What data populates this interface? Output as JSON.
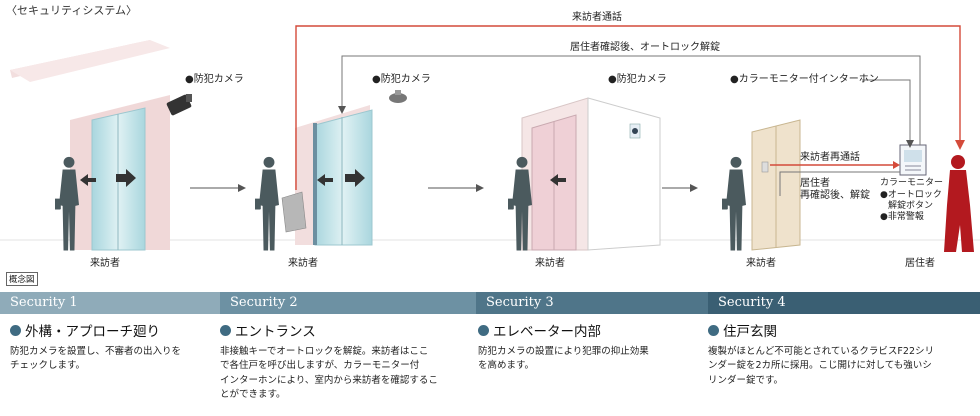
{
  "frame_label": "〈セキュリティシステム〉",
  "concept_label": "概念図",
  "cameras": {
    "camera1": "●防犯カメラ",
    "camera2": "●防犯カメラ",
    "camera3": "●防犯カメラ"
  },
  "intercom_label": "●カラーモニター付インターホン",
  "top_line_label": "来訪者通話",
  "second_line_label": "居住者確認後、オートロック解錠",
  "revisit_label": "来訪者再通話",
  "reconfirm_label_1": "居住者",
  "reconfirm_label_2": "再確認後、解錠",
  "monitor_labels": {
    "title": "カラーモニター",
    "item1": "●オートロック",
    "item1b": "解錠ボタン",
    "item2": "●非常警報"
  },
  "people": {
    "visitor1": "来訪者",
    "visitor2": "来訪者",
    "visitor3": "来訪者",
    "visitor4": "来訪者",
    "resident": "居住者"
  },
  "colors": {
    "band1": "#8fabb9",
    "band2": "#6d91a3",
    "band3": "#4f7589",
    "band4": "#3a5f73",
    "wall": "#efd9d9",
    "glass": "#bfe2e8",
    "line_red": "#d44a3a",
    "resident_red": "#b3191f",
    "silhouette": "#4b5a5e"
  },
  "sections": [
    {
      "band_label": "Security 1",
      "title": "外構・アプローチ廻り",
      "body": [
        "防犯カメラを設置し、不審者の出入りを",
        "チェックします。"
      ]
    },
    {
      "band_label": "Security 2",
      "title": "エントランス",
      "body": [
        "非接触キーでオートロックを解錠。来訪者はここ",
        "で各住戸を呼び出しますが、カラーモニター付",
        "インターホンにより、室内から来訪者を確認するこ",
        "とができます。"
      ]
    },
    {
      "band_label": "Security 3",
      "title": "エレベーター内部",
      "body": [
        "防犯カメラの設置により犯罪の抑止効果",
        "を高めます。"
      ]
    },
    {
      "band_label": "Security 4",
      "title": "住戸玄関",
      "body": [
        "複製がほとんど不可能とされているクラビスF22シリ",
        "ンダー錠を2カ所に採用。こじ開けに対しても強いシ",
        "リンダー錠です。"
      ]
    }
  ]
}
